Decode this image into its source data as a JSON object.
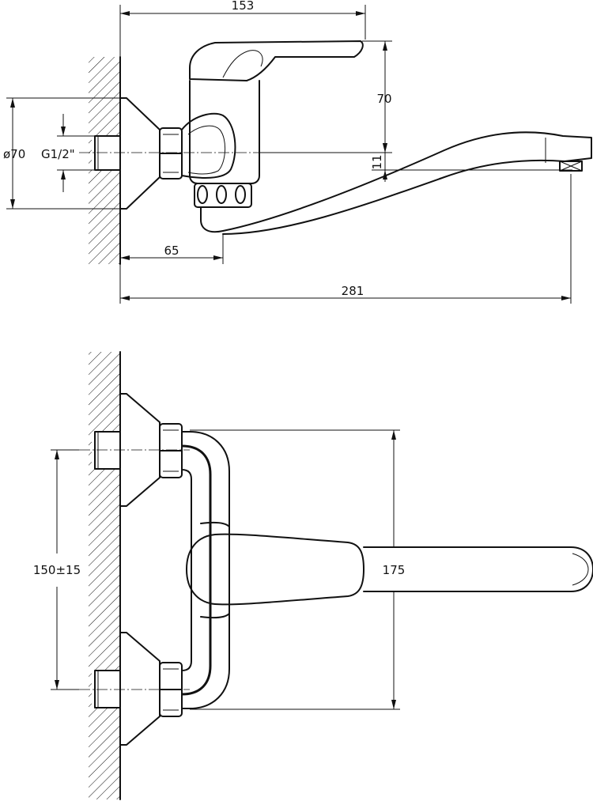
{
  "top_view": {
    "dims": {
      "width_handle": "153",
      "height_handle": "70",
      "diameter": "ø70",
      "thread": "G1/2\"",
      "spout_offset": "11",
      "inlet_offset": "65",
      "reach": "281"
    }
  },
  "front_view": {
    "dims": {
      "inlet_spacing": "150±15",
      "height": "175"
    }
  }
}
